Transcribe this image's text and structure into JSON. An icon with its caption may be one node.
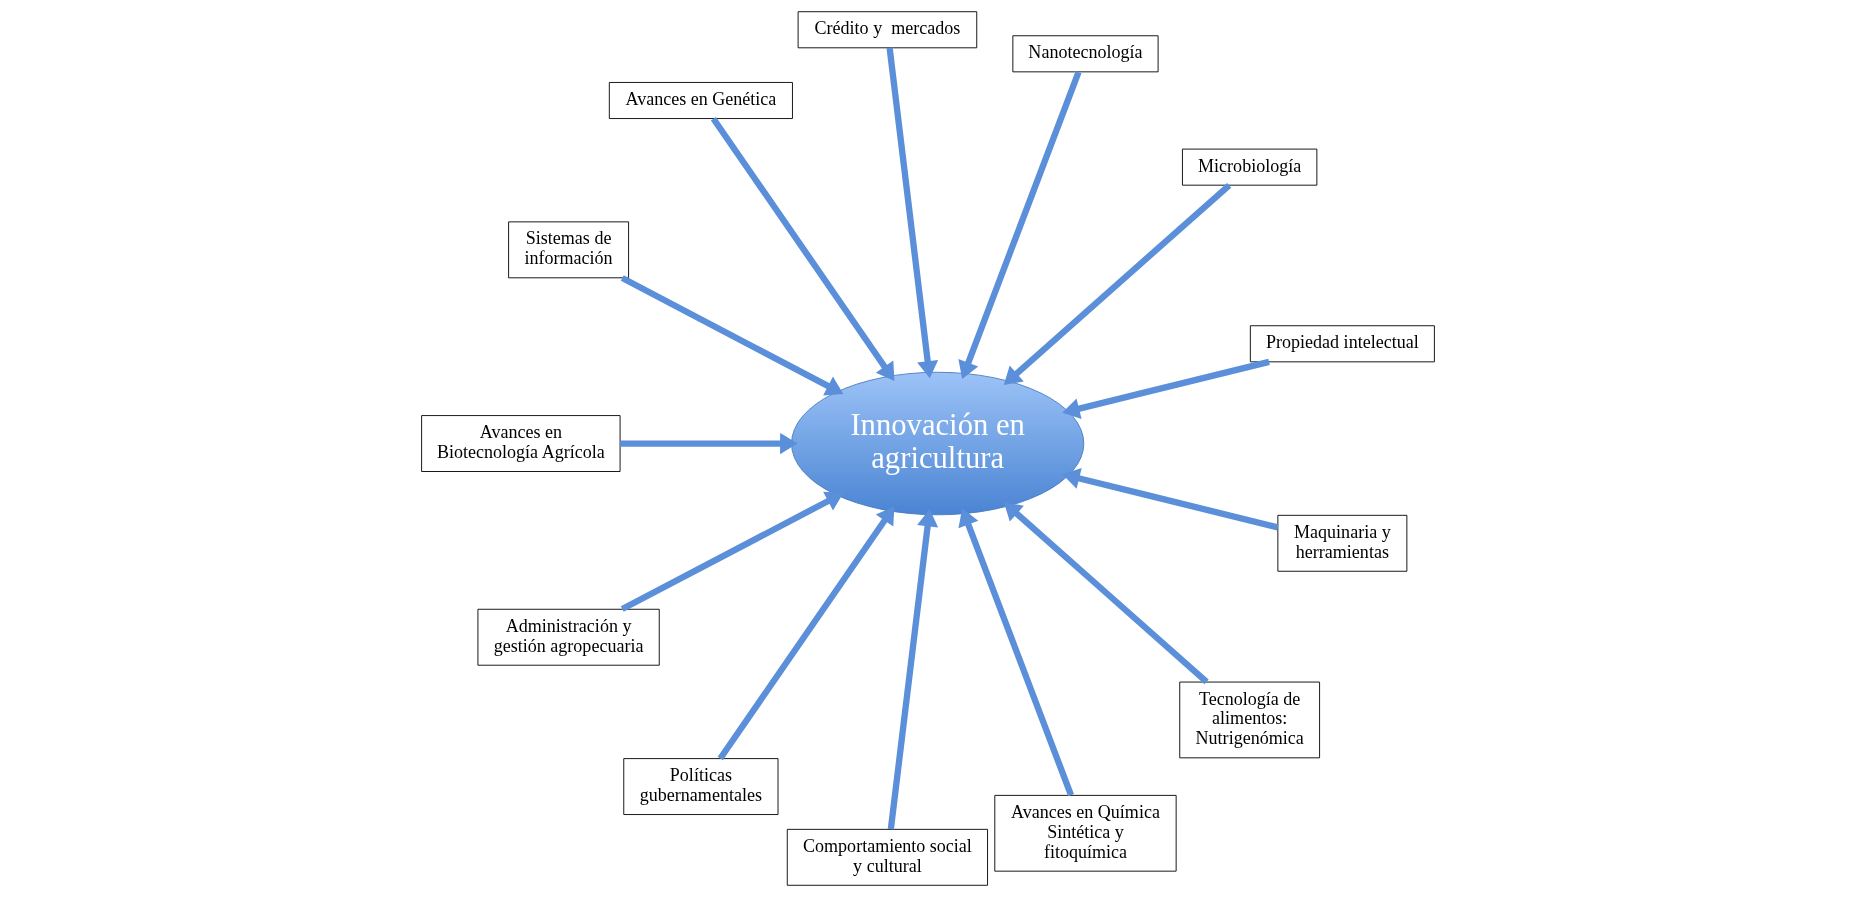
{
  "diagram": {
    "nodes": [
      {
        "text": [
          "Propiedad intelectual"
        ]
      },
      {
        "text": [
          "Microbiología"
        ]
      },
      {
        "text": [
          "Nanotecnología"
        ]
      },
      {
        "text": [
          "Crédito y  mercados"
        ]
      },
      {
        "text": [
          "Avances en Genética"
        ]
      },
      {
        "text": [
          "Sistemas de información"
        ]
      },
      {
        "text": [
          "Avances en Biotecnología Agrícola"
        ]
      },
      {
        "text": [
          "Innovación en agricultura"
        ]
      },
      {
        "text": [
          "Administración y gestión agropecuaria"
        ]
      },
      {
        "text": [
          "Políticas gubernamentales"
        ]
      },
      {
        "text": [
          "Comportamiento social y cultural"
        ]
      },
      {
        "text": [
          "Avances en Química Sintética y fitoquímica"
        ]
      },
      {
        "text": [
          "Tecnología de alimentos: Nutrigenómica"
        ]
      },
      {
        "text": [
          "Maquinaria y herramientas"
        ]
      }
    ],
    "edges": [
      {
        "from": 0,
        "to": 7,
        "arrow": "to"
      },
      {
        "from": 1,
        "to": 7,
        "arrow": "to"
      },
      {
        "from": 2,
        "to": 7,
        "arrow": "to"
      },
      {
        "from": 3,
        "to": 7,
        "arrow": "to"
      },
      {
        "from": 4,
        "to": 7,
        "arrow": "to"
      },
      {
        "from": 5,
        "to": 7,
        "arrow": "to"
      },
      {
        "from": 6,
        "to": 7,
        "arrow": "to"
      },
      {
        "from": 8,
        "to": 7,
        "arrow": "to"
      },
      {
        "from": 9,
        "to": 7,
        "arrow": "to"
      },
      {
        "from": 10,
        "to": 7,
        "arrow": "to"
      },
      {
        "from": 11,
        "to": 7,
        "arrow": "to"
      },
      {
        "from": 12,
        "to": 7,
        "arrow": "to"
      },
      {
        "from": 13,
        "to": 7,
        "arrow": "to"
      }
    ]
  }
}
